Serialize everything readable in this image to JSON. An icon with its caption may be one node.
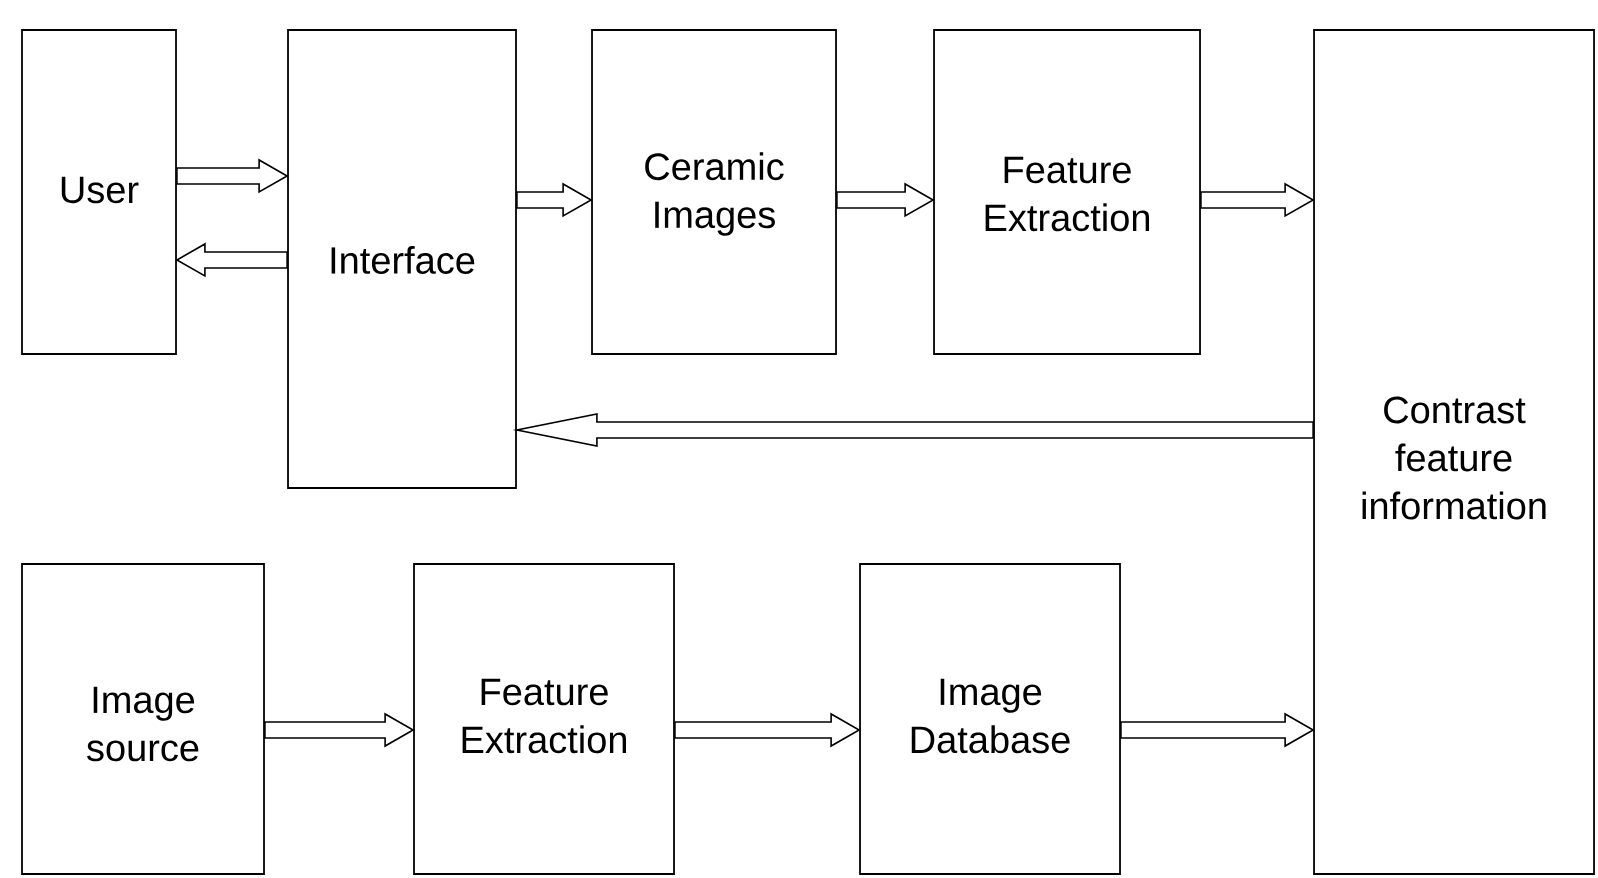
{
  "diagram": {
    "nodes": [
      {
        "text": [
          "User"
        ]
      },
      {
        "text": [
          "Interface"
        ]
      },
      {
        "text": [
          "Ceramic Images"
        ]
      },
      {
        "text": [
          "Feature Extraction"
        ]
      },
      {
        "text": [
          "Contrast feature information"
        ]
      },
      {
        "text": [
          "Image source"
        ]
      },
      {
        "text": [
          "Feature Extraction"
        ]
      },
      {
        "text": [
          "Image Database"
        ]
      }
    ],
    "edges": [
      {
        "from": 0,
        "to": 1,
        "arrow": "to"
      },
      {
        "from": 1,
        "to": 0,
        "arrow": "to"
      },
      {
        "from": 1,
        "to": 2,
        "arrow": "to"
      },
      {
        "from": 2,
        "to": 3,
        "arrow": "to"
      },
      {
        "from": 3,
        "to": 4,
        "arrow": "to"
      },
      {
        "from": 4,
        "to": 1,
        "arrow": "to"
      },
      {
        "from": 5,
        "to": 6,
        "arrow": "to"
      },
      {
        "from": 6,
        "to": 7,
        "arrow": "to"
      },
      {
        "from": 7,
        "to": 4,
        "arrow": "to"
      }
    ]
  }
}
